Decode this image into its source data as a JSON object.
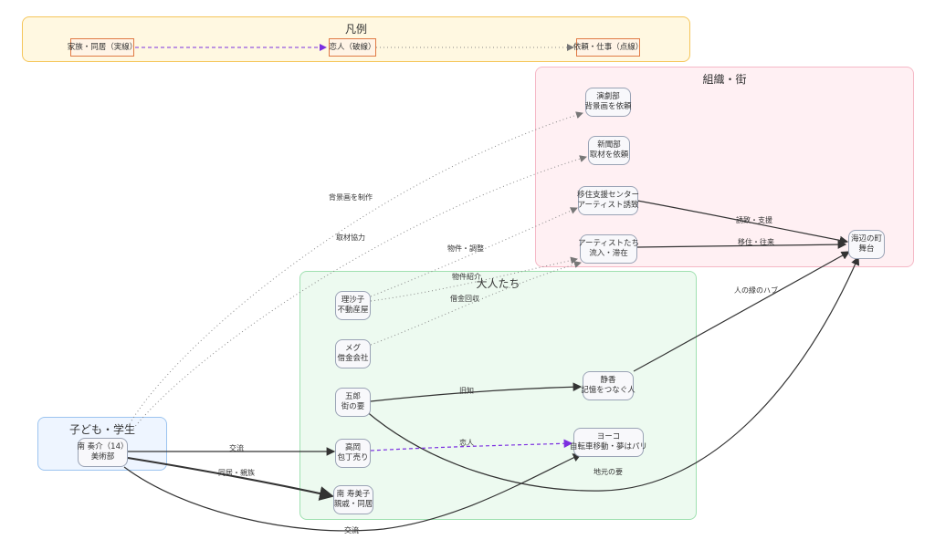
{
  "legend": {
    "title": "凡例",
    "items": [
      {
        "label": "家族・同居（実線）"
      },
      {
        "label": "恋人（破線）"
      },
      {
        "label": "依頼・仕事（点線）"
      }
    ]
  },
  "clusters": {
    "org": {
      "title": "組織・街"
    },
    "adults": {
      "title": "大人たち"
    },
    "kids": {
      "title": "子ども・学生"
    }
  },
  "nodes": {
    "drama": {
      "line1": "演劇部",
      "line2": "背景画を依頼"
    },
    "news": {
      "line1": "新聞部",
      "line2": "取材を依頼"
    },
    "center": {
      "line1": "移住支援センター",
      "line2": "アーティスト誘致"
    },
    "artists": {
      "line1": "アーティストたち",
      "line2": "流入・滞在"
    },
    "town": {
      "line1": "海辺の町",
      "line2": "舞台"
    },
    "risako": {
      "line1": "理沙子",
      "line2": "不動産屋"
    },
    "meg": {
      "line1": "メグ",
      "line2": "借金会社"
    },
    "goro": {
      "line1": "五郎",
      "line2": "街の要"
    },
    "shizuka": {
      "line1": "静香",
      "line2": "記憶をつなぐ人"
    },
    "takaoka": {
      "line1": "高岡",
      "line2": "包丁売り"
    },
    "yoko": {
      "line1": "ヨーコ",
      "line2": "自転車移動・夢はパリ"
    },
    "sumiko": {
      "line1": "南 寿美子",
      "line2": "親戚・同居"
    },
    "sosuke": {
      "line1": "南 奏介（14）",
      "line2": "美術部"
    }
  },
  "edge_labels": {
    "background": "背景画を制作",
    "interview": "取材協力",
    "property_adjust": "物件・調整",
    "property_intro": "物件紹介",
    "debt": "借金回収",
    "invite": "誘致・支援",
    "migrate": "移住・往来",
    "hub": "人の縁のハブ",
    "old_friend": "旧知",
    "lover": "恋人",
    "local": "地元の要",
    "exchange1": "交流",
    "family": "同居・親族",
    "exchange2": "交流"
  },
  "colors": {
    "legend_bg": "#fff8e1",
    "legend_border": "#f5c65a",
    "org_bg": "#fff0f3",
    "org_border": "#f5b8c6",
    "adults_bg": "#edfaf0",
    "adults_border": "#9fe0b0",
    "kids_bg": "#eef5ff",
    "kids_border": "#9cc4f0",
    "edge": "#333333",
    "dotted_edge": "#888888",
    "love_edge": "#7b2fe0"
  }
}
